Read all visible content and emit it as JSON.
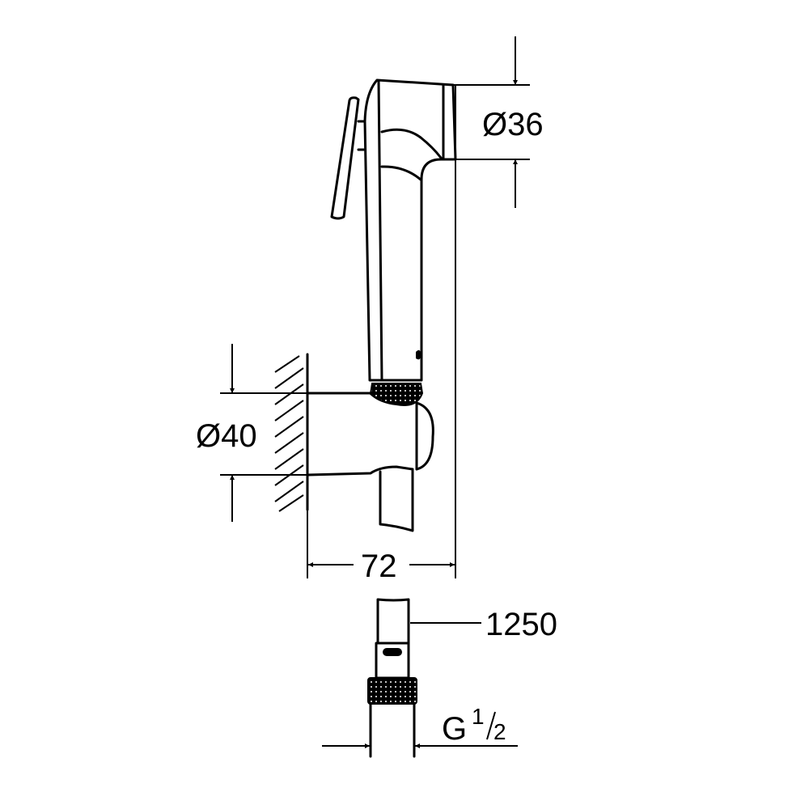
{
  "dimensions": {
    "handle_diameter": "Ø36",
    "holder_diameter": "Ø40",
    "projection": "72",
    "hose_length": "1250",
    "thread": {
      "prefix": "G",
      "numerator": "1",
      "denominator": "2"
    }
  },
  "colors": {
    "line": "#000000",
    "background": "#ffffff"
  }
}
